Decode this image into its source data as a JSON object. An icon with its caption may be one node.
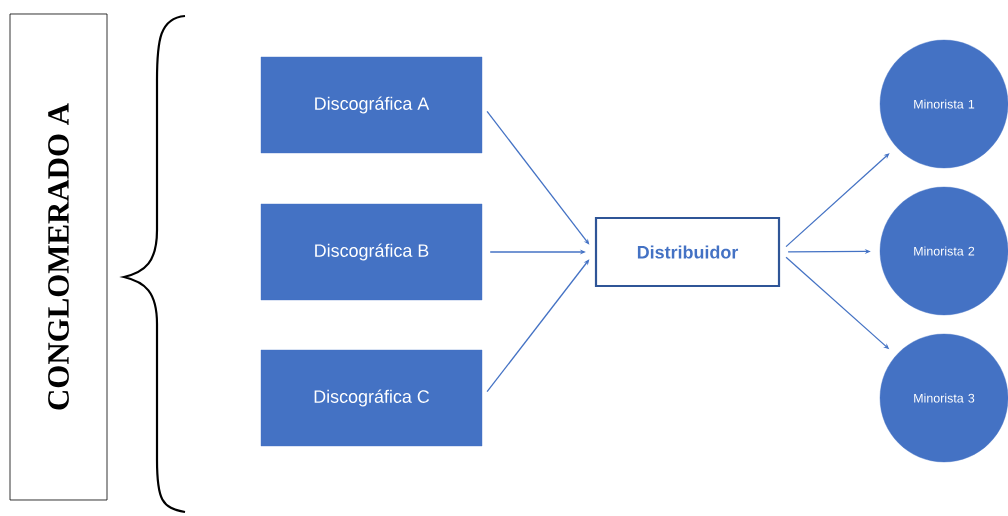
{
  "diagram": {
    "nodes": [
      {
        "text": [
          "CONGLOMERADO A"
        ]
      },
      {
        "text": [
          "Discográfica A"
        ]
      },
      {
        "text": [
          "Discográfica B"
        ]
      },
      {
        "text": [
          "Discográfica C"
        ]
      },
      {
        "text": [
          "Distribuidor"
        ]
      },
      {
        "text": [
          "Minorista 1"
        ]
      },
      {
        "text": [
          "Minorista 2"
        ]
      },
      {
        "text": [
          "Minorista 3"
        ]
      }
    ],
    "edges": [
      {
        "from": 1,
        "to": 4,
        "arrow": "to"
      },
      {
        "from": 2,
        "to": 4,
        "arrow": "to"
      },
      {
        "from": 3,
        "to": 4,
        "arrow": "to"
      },
      {
        "from": 4,
        "to": 5,
        "arrow": "to"
      },
      {
        "from": 4,
        "to": 6,
        "arrow": "to"
      },
      {
        "from": 4,
        "to": 7,
        "arrow": "to"
      }
    ]
  }
}
